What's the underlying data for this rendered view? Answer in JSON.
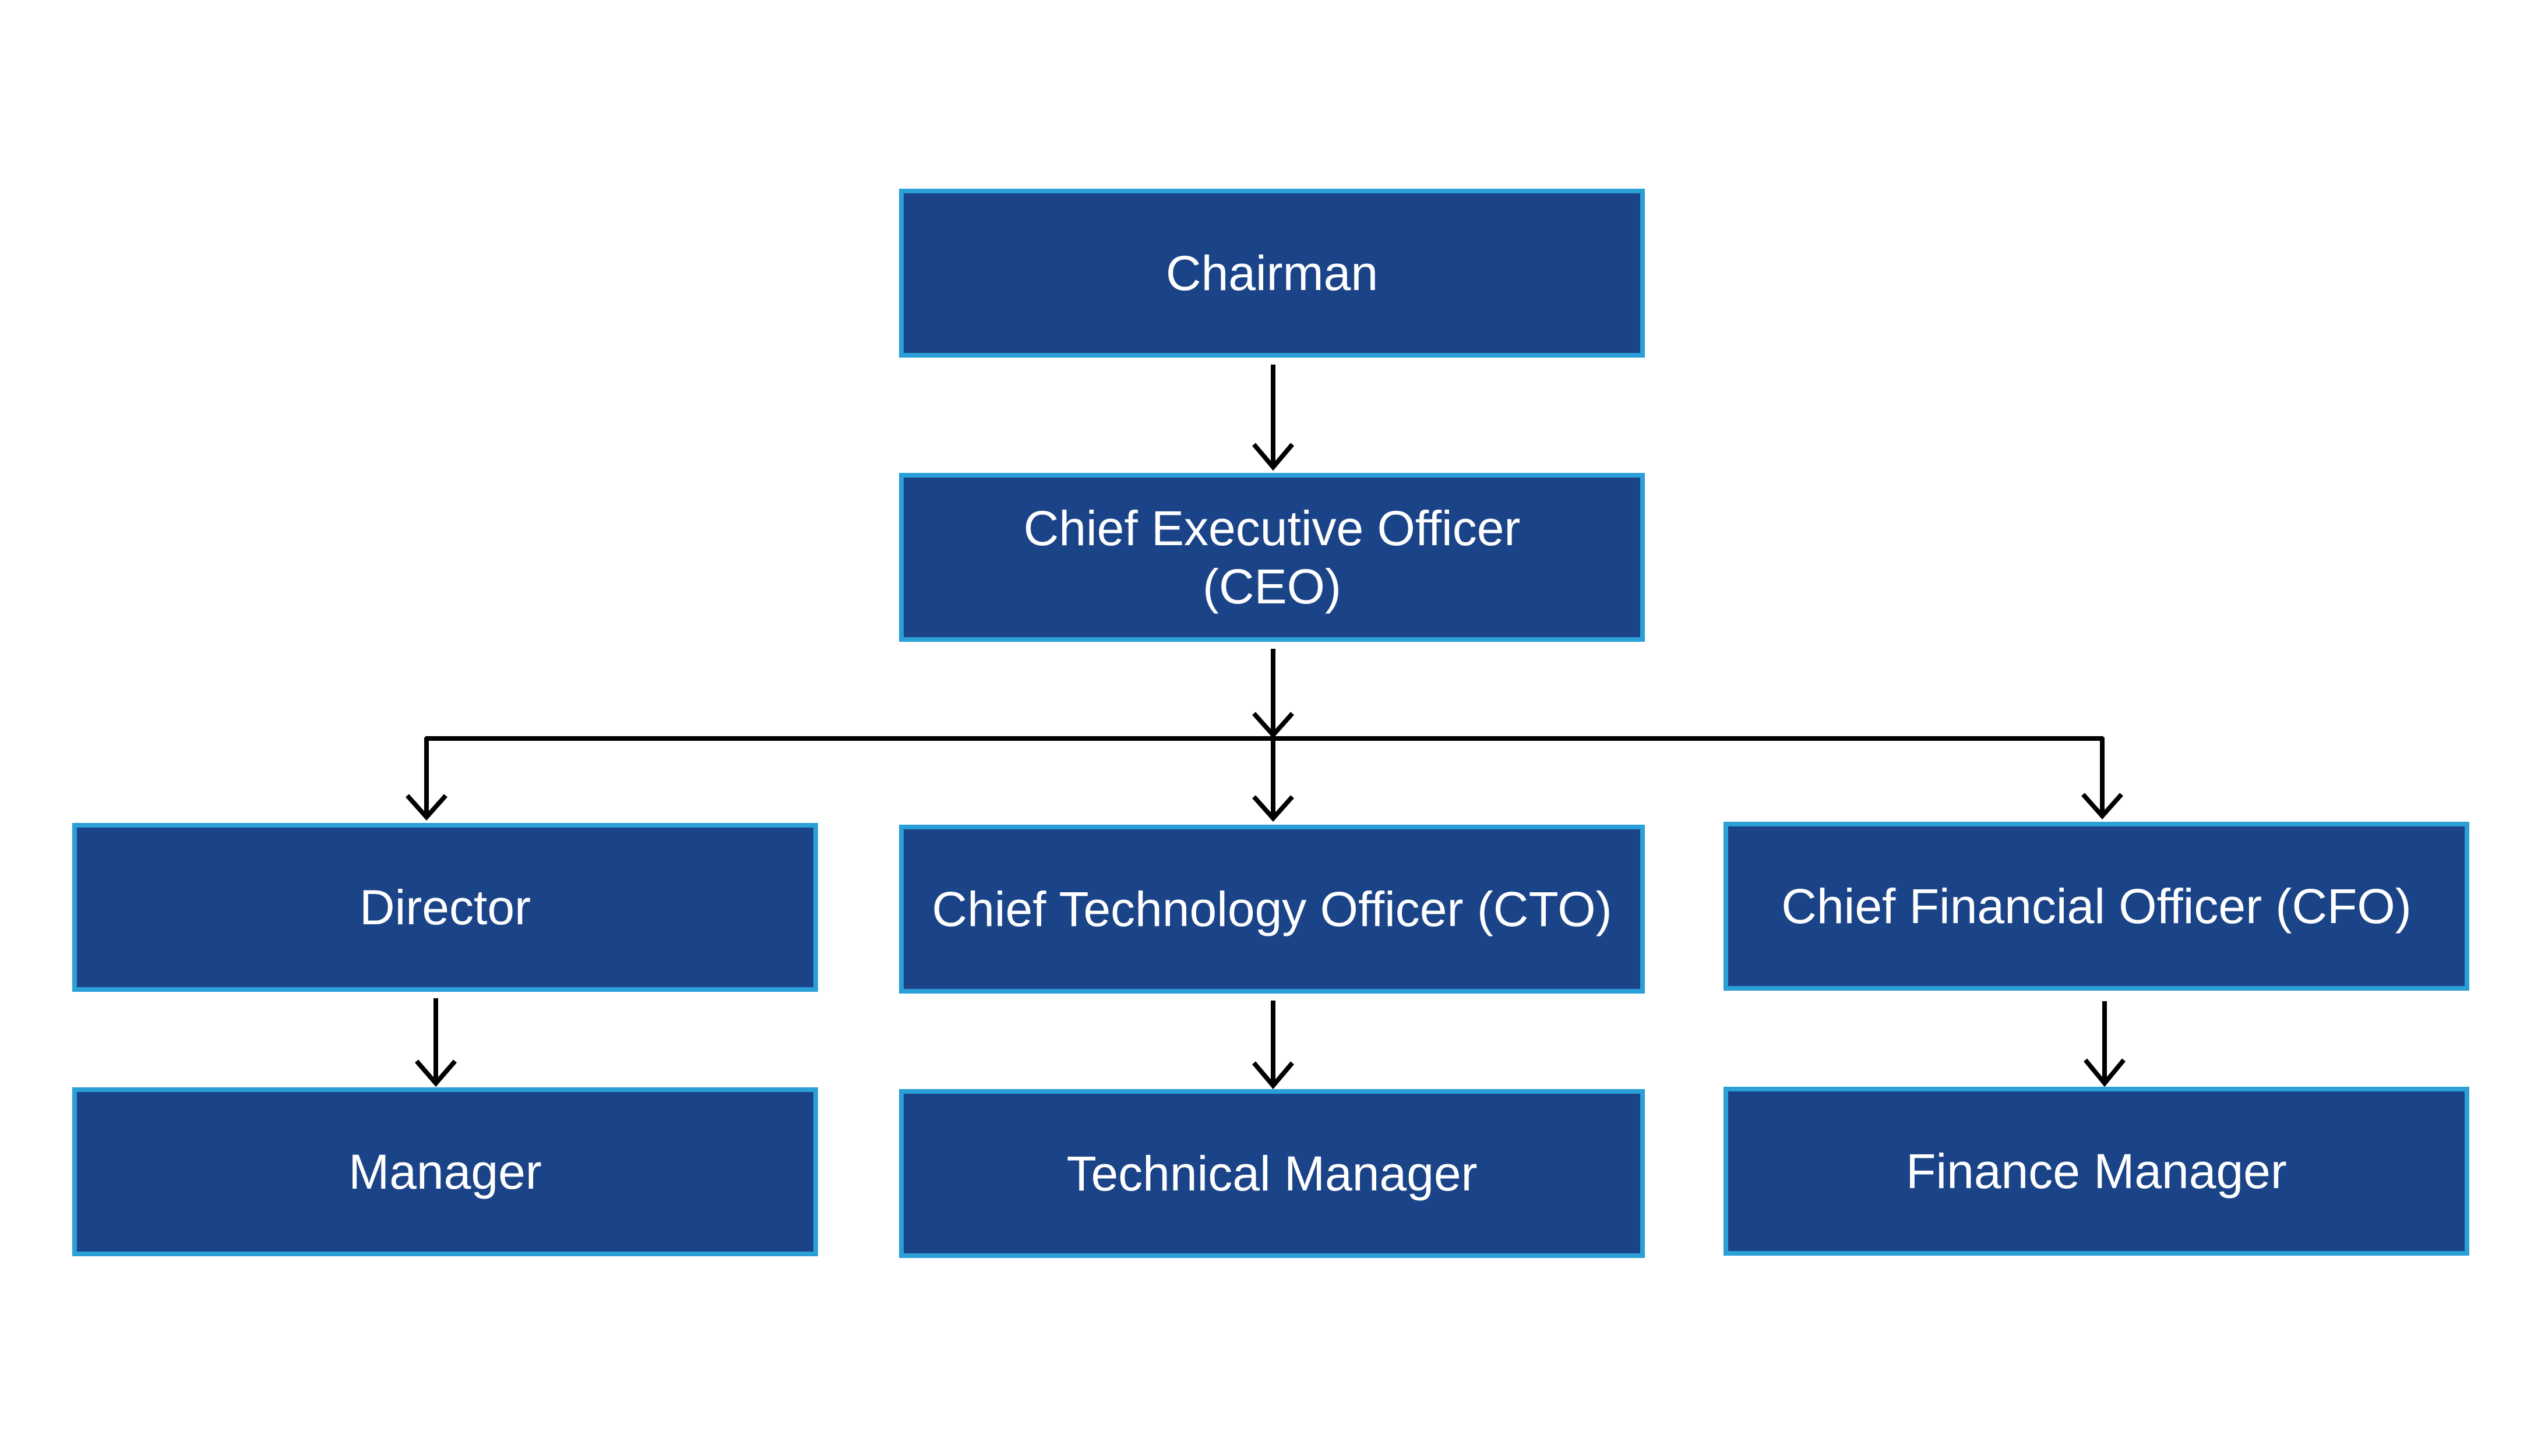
{
  "diagram": {
    "nodes": {
      "chairman": {
        "label": "Chairman"
      },
      "ceo": {
        "label": "Chief Executive Officer\n(CEO)"
      },
      "director": {
        "label": "Director"
      },
      "cto": {
        "label": "Chief Technology Officer (CTO)"
      },
      "cfo": {
        "label": "Chief Financial Officer (CFO)"
      },
      "manager": {
        "label": "Manager"
      },
      "technical_manager": {
        "label": "Technical Manager"
      },
      "finance_manager": {
        "label": "Finance Manager"
      }
    },
    "edges": [
      {
        "from": "chairman",
        "to": "ceo"
      },
      {
        "from": "ceo",
        "to": "director"
      },
      {
        "from": "ceo",
        "to": "cto"
      },
      {
        "from": "ceo",
        "to": "cfo"
      },
      {
        "from": "director",
        "to": "manager"
      },
      {
        "from": "cto",
        "to": "technical_manager"
      },
      {
        "from": "cfo",
        "to": "finance_manager"
      }
    ],
    "colors": {
      "node_fill": "#1b4488",
      "node_border": "#2a9fd8",
      "node_text": "#ffffff",
      "connector": "#000000"
    }
  }
}
